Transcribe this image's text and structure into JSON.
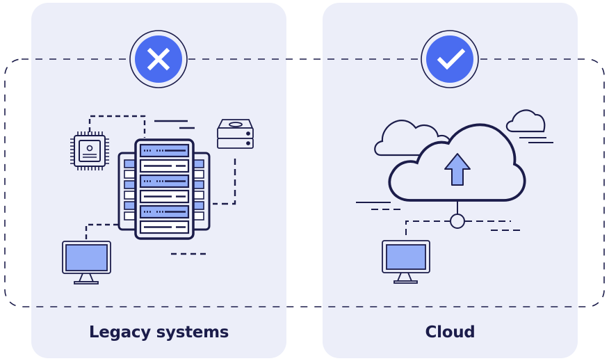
{
  "title": "Legacy systems vs Cloud",
  "colors": {
    "panel_bg": "#eceef9",
    "ink": "#1b1c4a",
    "accent": "#4a6cf0",
    "light_accent": "#94aef7",
    "white": "#ffffff"
  },
  "panels": [
    {
      "id": "legacy",
      "label": "Legacy systems",
      "status": "not-recommended",
      "badge_icon": "x-mark-icon",
      "components": [
        "cpu-chip-icon",
        "server-rack-icon",
        "hard-drive-icon",
        "desktop-monitor-icon"
      ]
    },
    {
      "id": "cloud",
      "label": "Cloud",
      "status": "recommended",
      "badge_icon": "check-mark-icon",
      "components": [
        "cloud-upload-icon",
        "small-cloud-icon",
        "network-node-icon",
        "desktop-monitor-icon"
      ]
    }
  ]
}
